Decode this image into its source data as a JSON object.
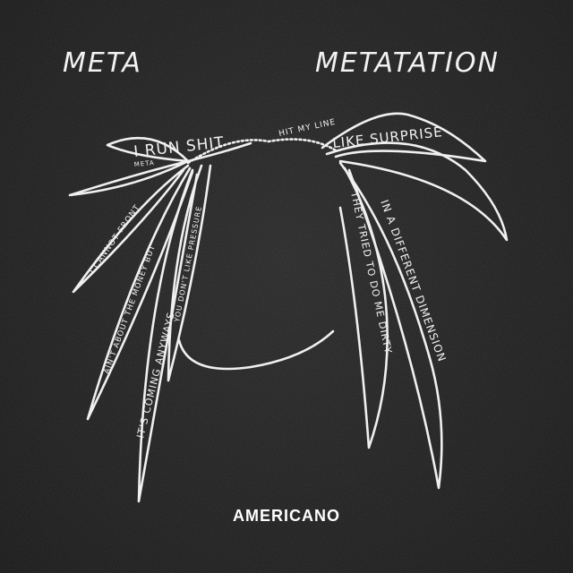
{
  "cover": {
    "title_left": "META",
    "title_right": "METATATION",
    "brand": "AMERICANO",
    "leaves": {
      "i_run_shit": "I RUN SHIT",
      "meta_small": "META",
      "hit_my_line": "HIT MY LINE",
      "like_surprise": "LIKE SURPRISE",
      "i_cannot_front": "I CANNOT FRONT",
      "aint_about_money": "AIN'T ABOUT THE MONEY BUT",
      "its_coming": "IT'S COMING ANYWAYS",
      "you_dont_like": "YOU DON'T LIKE PRESSURE",
      "they_tried": "THEY TRIED TO DO ME DIRTY",
      "different_dimension": "IN A DIFFERENT DIMENSION"
    }
  }
}
